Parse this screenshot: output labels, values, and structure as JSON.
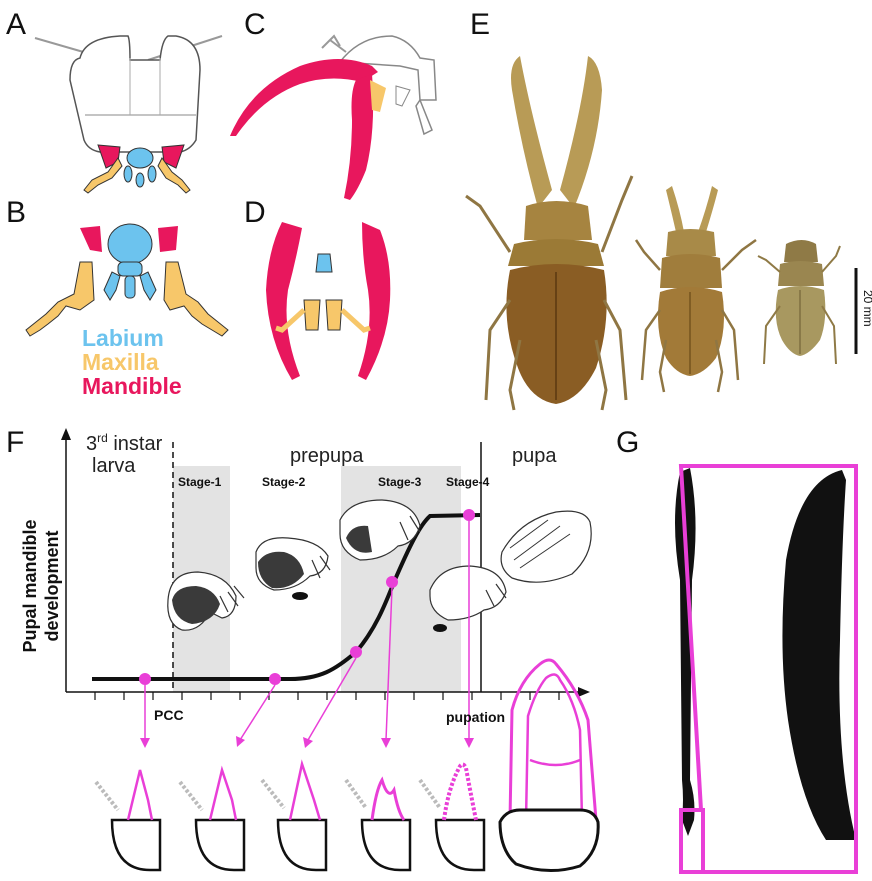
{
  "panels": {
    "a": "A",
    "b": "B",
    "c": "C",
    "d": "D",
    "e": "E",
    "f": "F",
    "g": "G"
  },
  "legend": {
    "labium": "Labium",
    "maxilla": "Maxilla",
    "mandible": "Mandible"
  },
  "colors": {
    "labium": "#6cc3ee",
    "maxilla": "#f7c76a",
    "mandible": "#e8175d",
    "highlight": "#e93fd7",
    "shade": "#e3e3e3"
  },
  "scale_bar": {
    "label": "20 mm"
  },
  "panel_f": {
    "phases": {
      "larva_line1_base": "3",
      "larva_line1_sup": "rd",
      "larva_line1_rest": " instar",
      "larva_line2": "larva",
      "prepupa": "prepupa",
      "pupa": "pupa"
    },
    "stages": [
      "Stage-1",
      "Stage-2",
      "Stage-3",
      "Stage-4"
    ],
    "y_axis_title_line1": "Pupal mandible",
    "y_axis_title_line2": "development",
    "events": {
      "pcc": "PCC",
      "pupation": "pupation"
    }
  }
}
